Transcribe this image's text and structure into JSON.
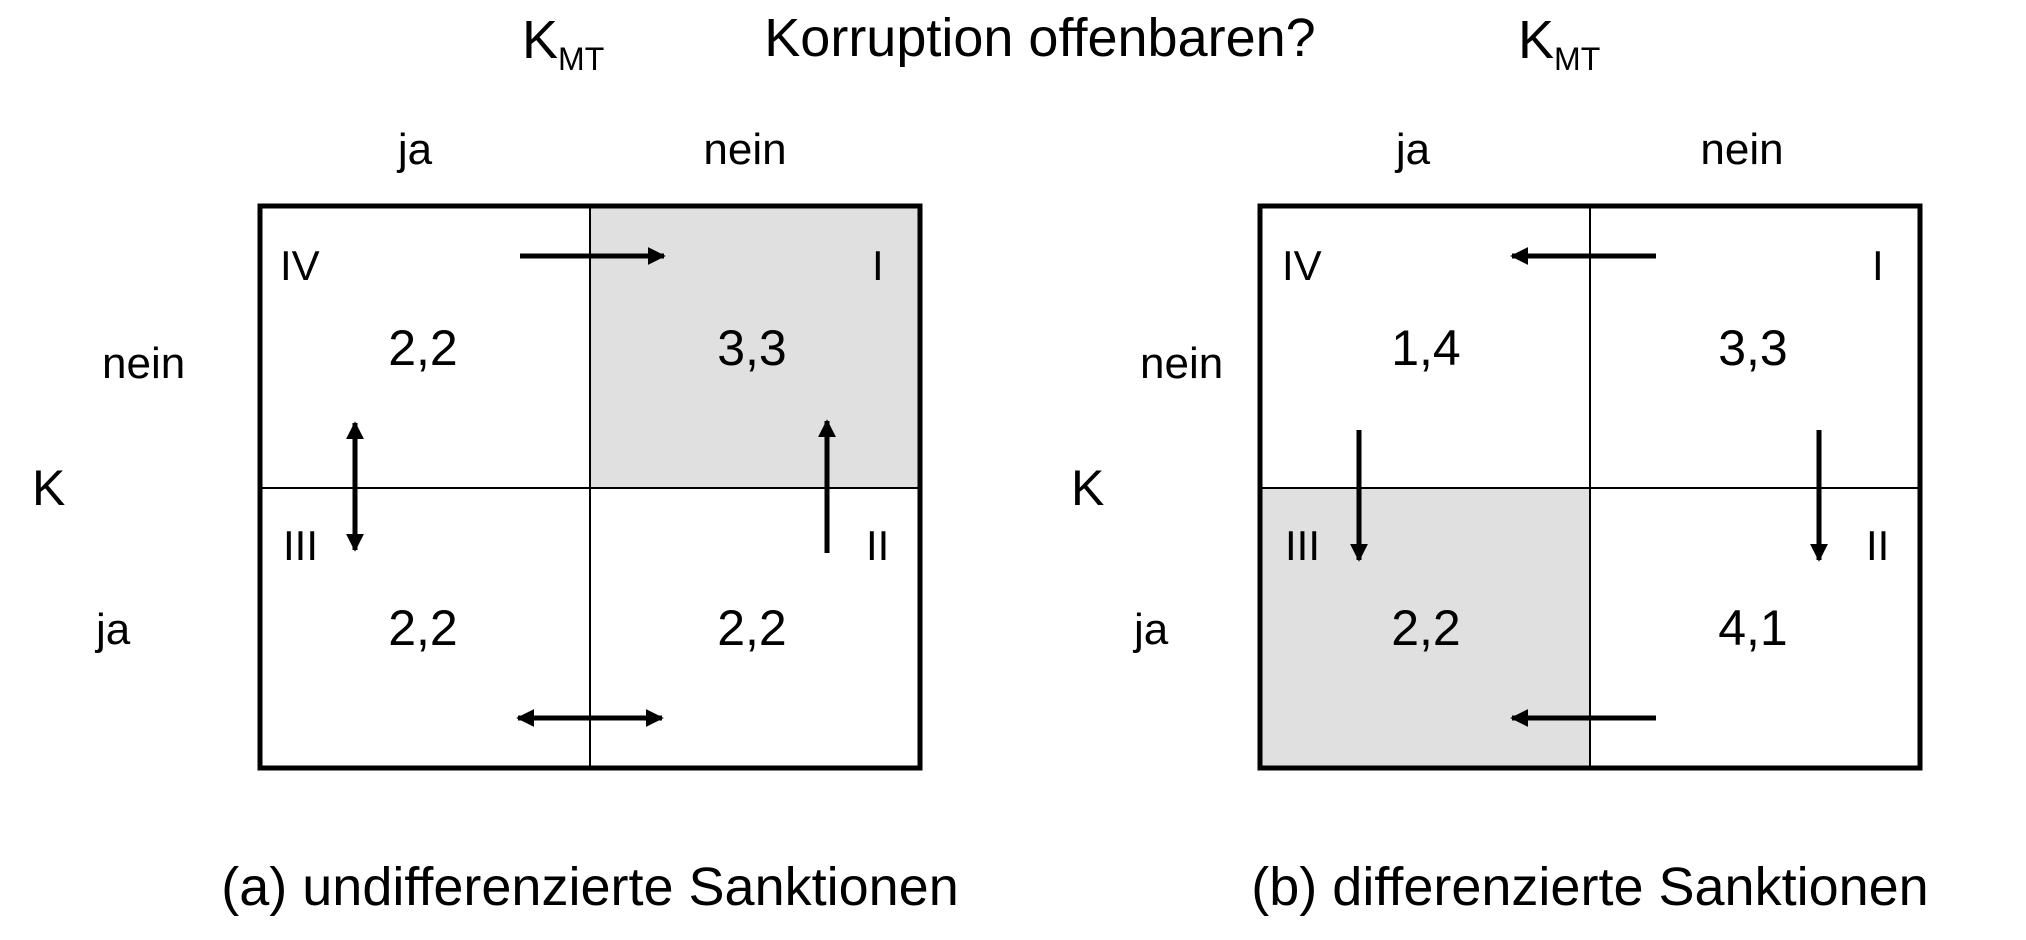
{
  "title": "Korruption offenbaren?",
  "column_player": {
    "main": "K",
    "sub": "MT"
  },
  "row_player": "K",
  "column_labels": [
    "ja",
    "nein"
  ],
  "row_labels": [
    "nein",
    "ja"
  ],
  "colors": {
    "highlight": "#e0e0e0",
    "line": "#000000"
  },
  "matrices": [
    {
      "caption": "(a) undifferenzierte Sanktionen",
      "highlight_cell": "I",
      "cells": {
        "I": "3,3",
        "II": "2,2",
        "III": "2,2",
        "IV": "2,2"
      },
      "arrows": [
        "IV-to-I right",
        "II-to-I up",
        "IV-III both",
        "III-II both"
      ]
    },
    {
      "caption": "(b) differenzierte Sanktionen",
      "highlight_cell": "III",
      "cells": {
        "I": "3,3",
        "II": "4,1",
        "III": "2,2",
        "IV": "1,4"
      },
      "arrows": [
        "I-to-IV left",
        "IV-to-III down",
        "I-to-II down",
        "II-to-III left"
      ]
    }
  ]
}
